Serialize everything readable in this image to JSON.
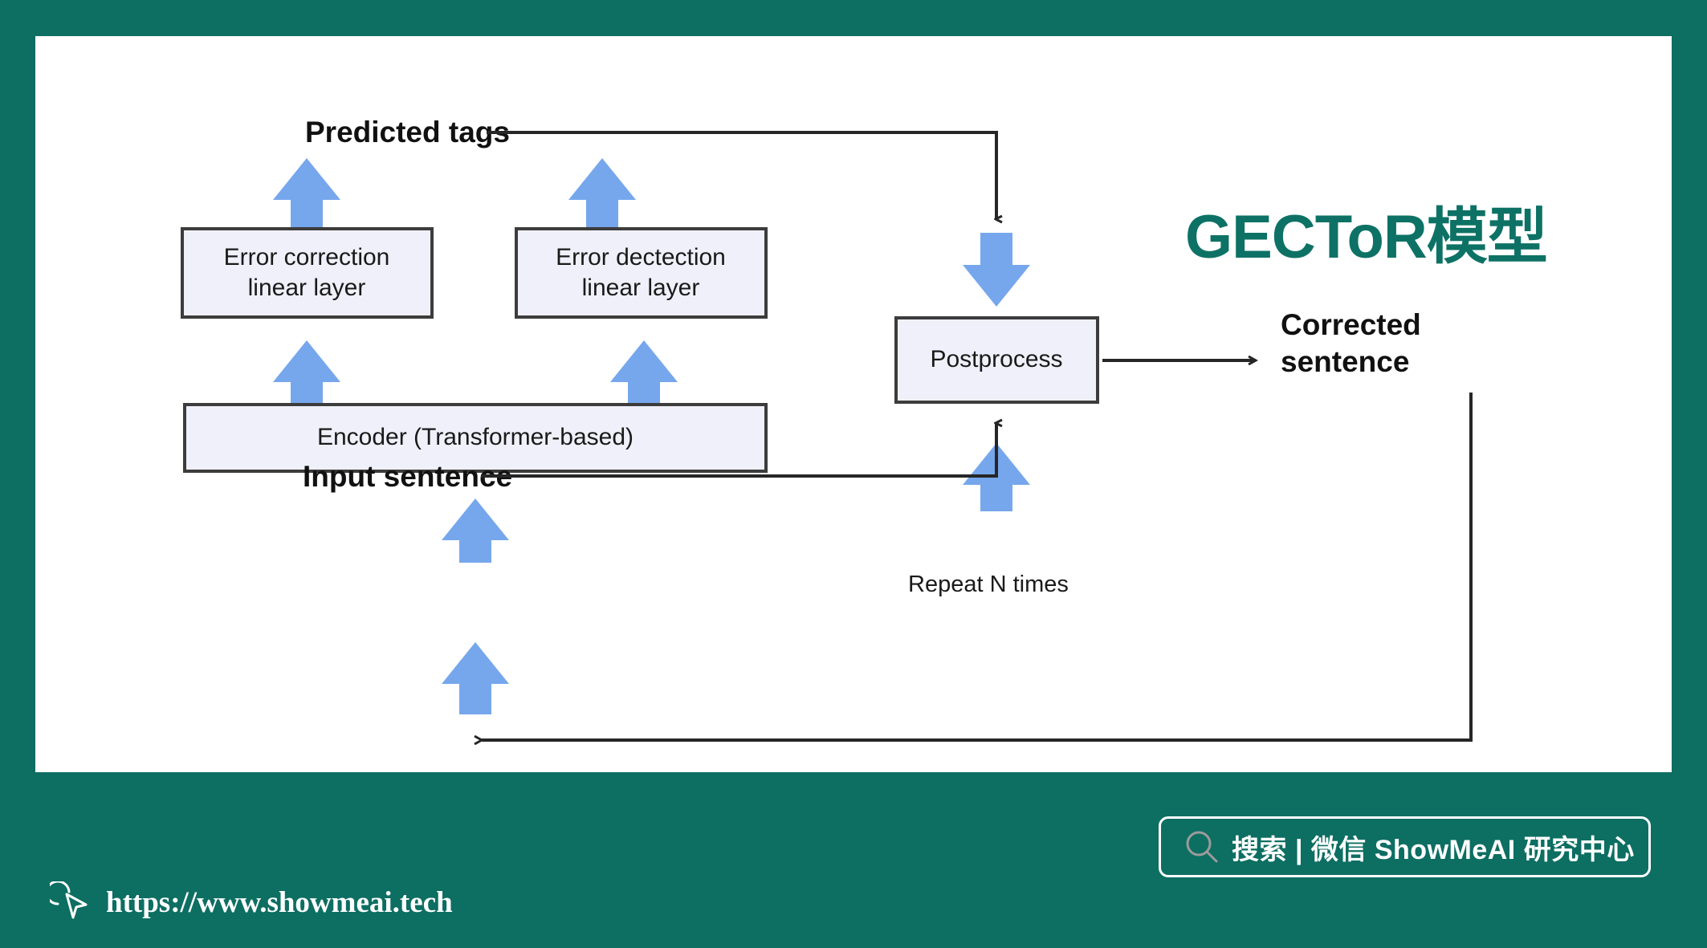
{
  "theme": {
    "background_teal": "#0d6e62",
    "card_background": "#ffffff",
    "title_green": "#0d7265",
    "box_fill": "#f0f0fa",
    "box_border": "#3c3c3c",
    "blue_arrow": "#76a7ec",
    "line_color": "#262626"
  },
  "slide": {
    "model_title": "GECToR模型"
  },
  "diagram": {
    "type": "flowchart",
    "boxes": [
      {
        "id": "error-correction",
        "label_line1": "Error correction",
        "label_line2": "linear layer"
      },
      {
        "id": "error-detection",
        "label_line1": "Error dectection",
        "label_line2": "linear layer"
      },
      {
        "id": "encoder",
        "label_line1": "Encoder (Transformer-based)",
        "label_line2": ""
      },
      {
        "id": "postprocess",
        "label_line1": "Postprocess",
        "label_line2": ""
      }
    ],
    "labels": {
      "predicted_tags": "Predicted tags",
      "input_sentence": "Input sentence",
      "corrected_sentence_line1": "Corrected",
      "corrected_sentence_line2": "sentence",
      "repeat": "Repeat N times"
    }
  },
  "footer": {
    "search_badge": "搜索 | 微信 ShowMeAI 研究中心",
    "site_url": "https://www.showmeai.tech"
  }
}
